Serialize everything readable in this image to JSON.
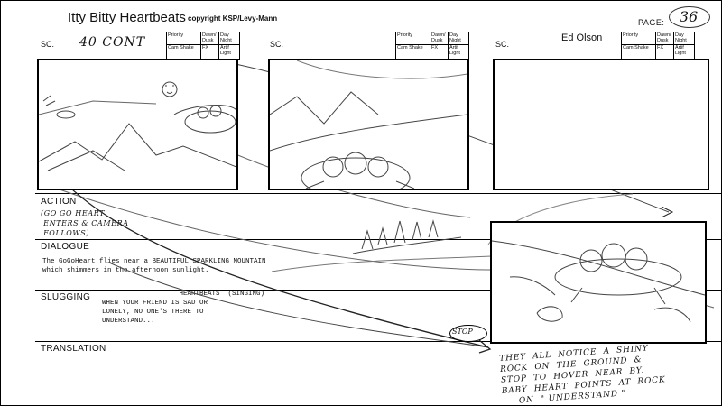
{
  "header": {
    "title": "Itty Bitty Heartbeats",
    "copyright": "copyright KSP/Levy-Mann",
    "page_label": "PAGE:",
    "page_number": "36",
    "artist": "Ed Olson"
  },
  "scenes": [
    {
      "label": "SC.",
      "note": "40 CONT"
    },
    {
      "label": "SC.",
      "note": ""
    },
    {
      "label": "SC.",
      "note": ""
    }
  ],
  "info_box": {
    "priority": "Priority",
    "dawn_dusk": "Dawn/ Dusk",
    "day_night": "Day Night",
    "cam_shake": "Cam Shake",
    "fx": "FX",
    "artif_light": "Artif Light"
  },
  "sections": {
    "action": "ACTION",
    "dialogue": "DIALOGUE",
    "slugging": "SLUGGING",
    "translation": "TRANSLATION"
  },
  "notes": {
    "action_hand": "(GO GO HEART\n ENTERS & CAMERA\n FOLLOWS)",
    "dialogue_text": "The GoGoHeart flies near a BEAUTIFUL SPARKLING MOUNTAIN\nwhich shimmers in the afternoon sunlight.",
    "slugging_text": "                   HEARTBEATS  (SINGING)\nWHEN YOUR FRIEND IS SAD OR\nLONELY, NO ONE'S THERE TO\nUNDERSTAND...",
    "stop": "STOP",
    "translation_hand": "THEY  ALL  NOTICE  A  SHINY\nROCK  ON  THE  GROUND  &\nSTOP  TO  HOVER  NEAR  BY.\nBABY  HEART  POINTS  AT  ROCK\n     ON  \" UNDERSTAND \""
  },
  "colors": {
    "ink": "#111111",
    "paper": "#ffffff",
    "pencil": "#555555"
  }
}
